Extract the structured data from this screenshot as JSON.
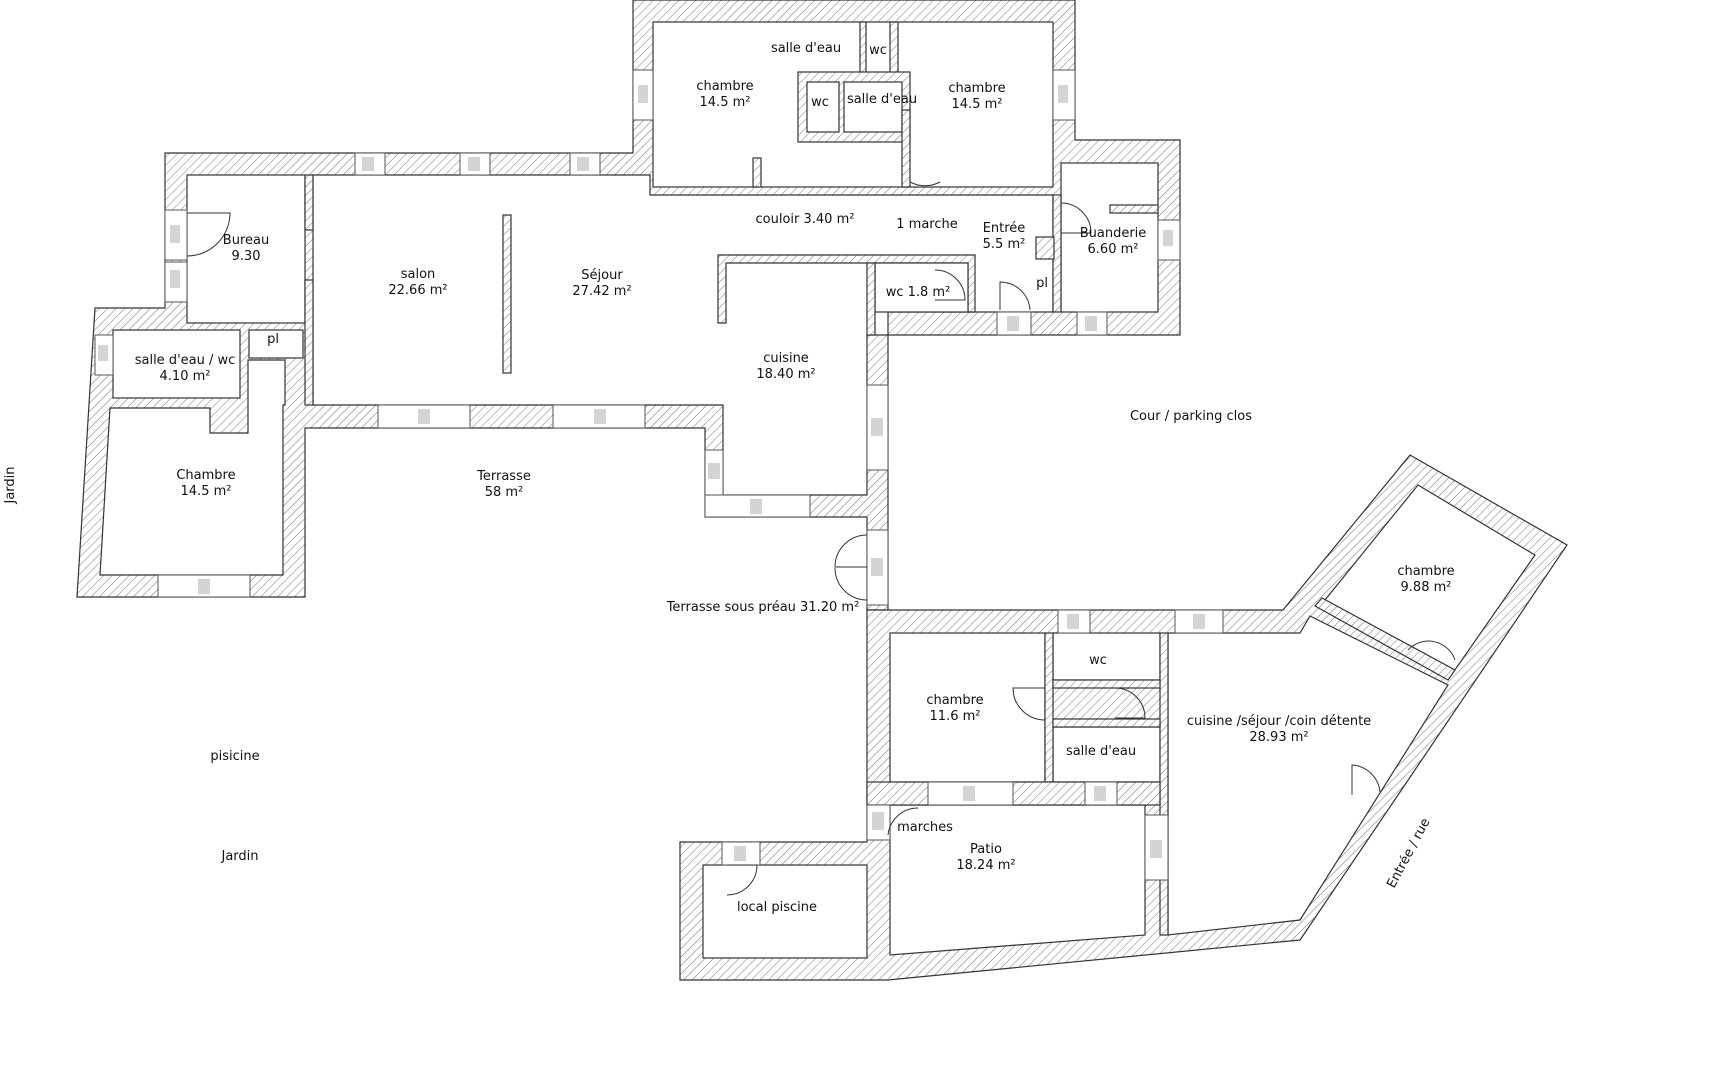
{
  "plan": {
    "rooms": {
      "chambre_top_left": {
        "name": "chambre",
        "area": "14.5 m²"
      },
      "salle_eau_top": {
        "name": "salle d'eau"
      },
      "wc_top_right": {
        "name": "wc"
      },
      "wc_top_inner": {
        "name": "wc"
      },
      "salle_eau_inner": {
        "name": "salle d'eau"
      },
      "chambre_top_right": {
        "name": "chambre",
        "area": "14.5 m²"
      },
      "bureau": {
        "name": "Bureau",
        "area": "9.30"
      },
      "salon": {
        "name": "salon",
        "area": "22.66 m²"
      },
      "sejour": {
        "name": "Séjour",
        "area": "27.42 m²"
      },
      "couloir": {
        "name": "couloir 3.40 m²"
      },
      "marche": {
        "name": "1 marche"
      },
      "entree": {
        "name": "Entrée",
        "area": "5.5 m²"
      },
      "buanderie": {
        "name": "Buanderie",
        "area": "6.60 m²"
      },
      "wc_entree": {
        "name": "wc 1.8 m²"
      },
      "pl_entree": {
        "name": "pl"
      },
      "cuisine": {
        "name": "cuisine",
        "area": "18.40 m²"
      },
      "salle_eau_wc": {
        "name": "salle d'eau / wc",
        "area": "4.10 m²"
      },
      "pl_left": {
        "name": "pl"
      },
      "chambre_left": {
        "name": "Chambre",
        "area": "14.5 m²"
      },
      "terrasse": {
        "name": "Terrasse",
        "area": "58 m²"
      },
      "terrasse_preau": {
        "name": "Terrasse sous préau 31.20 m²"
      },
      "cour": {
        "name": "Cour / parking clos"
      },
      "chambre_988": {
        "name": "chambre",
        "area": "9.88 m²"
      },
      "wc_bottom": {
        "name": "wc"
      },
      "chambre_116": {
        "name": "chambre",
        "area": "11.6 m²"
      },
      "salle_eau_bottom": {
        "name": "salle d'eau"
      },
      "cuisine_sejour": {
        "name": "cuisine /séjour /coin détente",
        "area": "28.93 m²"
      },
      "marches": {
        "name": "marches"
      },
      "patio": {
        "name": "Patio",
        "area": "18.24 m²"
      },
      "local_piscine": {
        "name": "local piscine"
      }
    },
    "outdoor": {
      "jardin_left": "Jardin",
      "piscine": "pisicine",
      "jardin_bottom": "Jardin",
      "entree_rue": "Entrée / rue"
    }
  }
}
